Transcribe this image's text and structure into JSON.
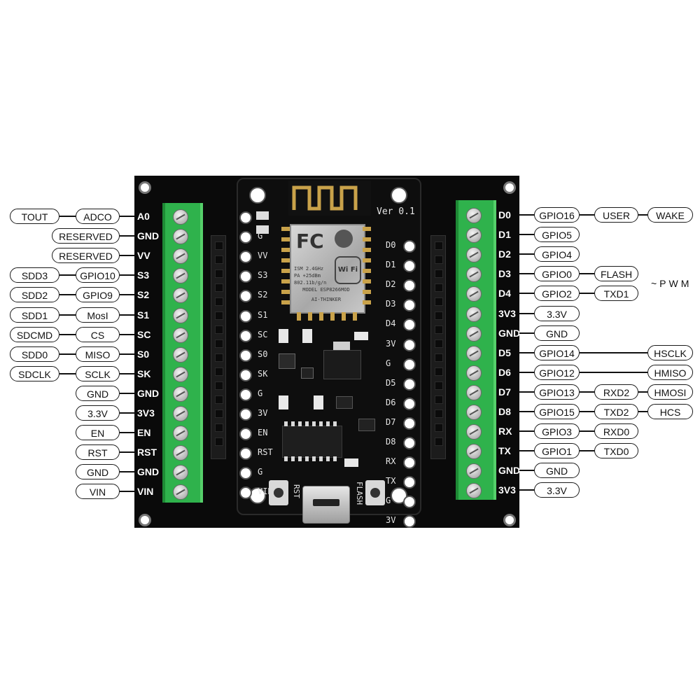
{
  "silk": {
    "version": "Ver 0.1",
    "left": [
      "A0",
      "G",
      "VV",
      "S3",
      "S2",
      "S1",
      "SC",
      "S0",
      "SK",
      "G",
      "3V",
      "EN",
      "RST",
      "G",
      "VIN"
    ],
    "right": [
      "D0",
      "D1",
      "D2",
      "D3",
      "D4",
      "3V",
      "G",
      "D5",
      "D6",
      "D7",
      "D8",
      "RX",
      "TX",
      "G",
      "3V"
    ],
    "rst": "RST",
    "flash": "FLASH",
    "module": {
      "model": "MODEL ESP8266MOD",
      "cert": "ISM 2.4GHz",
      "pa": "PA +25dBm",
      "std": "802.11b/g/n",
      "vendor": "AI-THINKER",
      "wifi": "Wi Fi",
      "fc": "FC"
    }
  },
  "pwm_note": "~PWM",
  "left_pins": [
    {
      "pin": "A0",
      "labels": [
        "ADCO",
        "TOUT"
      ]
    },
    {
      "pin": "GND",
      "labels": [
        "RESERVED"
      ]
    },
    {
      "pin": "VV",
      "labels": [
        "RESERVED"
      ]
    },
    {
      "pin": "S3",
      "labels": [
        "GPIO10",
        "SDD3"
      ]
    },
    {
      "pin": "S2",
      "labels": [
        "GPIO9",
        "SDD2"
      ]
    },
    {
      "pin": "S1",
      "labels": [
        "MosI",
        "SDD1"
      ]
    },
    {
      "pin": "SC",
      "labels": [
        "CS",
        "SDCMD"
      ]
    },
    {
      "pin": "S0",
      "labels": [
        "MISO",
        "SDD0"
      ]
    },
    {
      "pin": "SK",
      "labels": [
        "SCLK",
        "SDCLK"
      ]
    },
    {
      "pin": "GND",
      "labels": [
        "GND"
      ]
    },
    {
      "pin": "3V3",
      "labels": [
        "3.3V"
      ]
    },
    {
      "pin": "EN",
      "labels": [
        "EN"
      ]
    },
    {
      "pin": "RST",
      "labels": [
        "RST"
      ]
    },
    {
      "pin": "GND",
      "labels": [
        "GND"
      ]
    },
    {
      "pin": "VIN",
      "labels": [
        "VIN"
      ]
    }
  ],
  "right_pins": [
    {
      "pin": "D0",
      "labels": [
        "GPIO16",
        "USER",
        "WAKE"
      ]
    },
    {
      "pin": "D1",
      "labels": [
        "GPIO5"
      ]
    },
    {
      "pin": "D2",
      "labels": [
        "GPIO4"
      ]
    },
    {
      "pin": "D3",
      "labels": [
        "GPIO0",
        "FLASH"
      ]
    },
    {
      "pin": "D4",
      "labels": [
        "GPIO2",
        "TXD1"
      ]
    },
    {
      "pin": "3V3",
      "labels": [
        "3.3V"
      ]
    },
    {
      "pin": "GND",
      "labels": [
        "GND"
      ]
    },
    {
      "pin": "D5",
      "labels": [
        "GPIO14",
        "",
        "HSCLK"
      ]
    },
    {
      "pin": "D6",
      "labels": [
        "GPIO12",
        "",
        "HMISO"
      ]
    },
    {
      "pin": "D7",
      "labels": [
        "GPIO13",
        "RXD2",
        "HMOSI"
      ]
    },
    {
      "pin": "D8",
      "labels": [
        "GPIO15",
        "TXD2",
        "HCS"
      ]
    },
    {
      "pin": "RX",
      "labels": [
        "GPIO3",
        "RXD0"
      ]
    },
    {
      "pin": "TX",
      "labels": [
        "GPIO1",
        "TXD0"
      ]
    },
    {
      "pin": "GND",
      "labels": [
        "GND"
      ]
    },
    {
      "pin": "3V3",
      "labels": [
        "3.3V"
      ]
    }
  ]
}
